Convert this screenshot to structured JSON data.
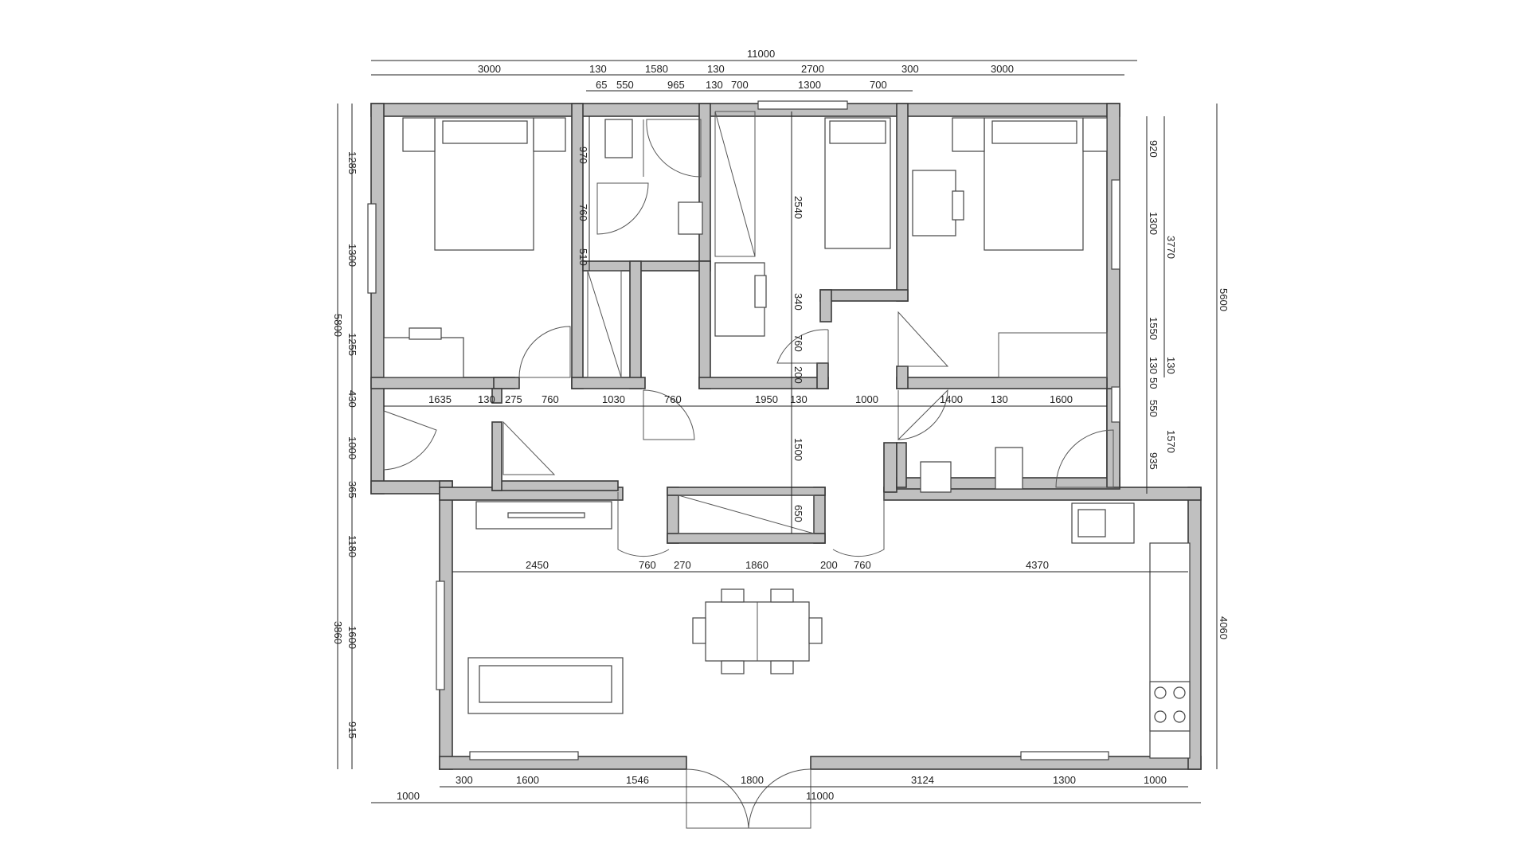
{
  "dimensions": {
    "top": {
      "overall": "11000",
      "row1": [
        "3000",
        "130",
        "1580",
        "130",
        "2700",
        "300",
        "3000"
      ],
      "row2": [
        "65",
        "550",
        "965",
        "130",
        "700",
        "1300",
        "700"
      ]
    },
    "left": {
      "overall": "5800",
      "segments": [
        "1285",
        "1300",
        "1255",
        "430",
        "1000",
        "365"
      ]
    },
    "right": {
      "overall_upper": "5600",
      "room_total": "3770",
      "segments": [
        "920",
        "1300",
        "1550",
        "130",
        "550",
        "50",
        "935",
        "1570",
        "130"
      ]
    },
    "corridor": [
      "1635",
      "130",
      "275",
      "760",
      "1030",
      "760",
      "1950",
      "130",
      "1000",
      "1400",
      "130",
      "1600"
    ],
    "interior": [
      "970",
      "760",
      "510",
      "2540",
      "340",
      "760",
      "200",
      "1500",
      "650"
    ],
    "living_row": [
      "2450",
      "760",
      "270",
      "1860",
      "200",
      "760",
      "4370"
    ],
    "living_left": {
      "overall": "3860",
      "segments": [
        "1180",
        "1600",
        "915"
      ]
    },
    "living_right": "4060",
    "bottom": {
      "row1": [
        "300",
        "1600",
        "1546",
        "1800",
        "3124",
        "1300",
        "1000"
      ],
      "row2": [
        "1000",
        "11000"
      ]
    }
  }
}
